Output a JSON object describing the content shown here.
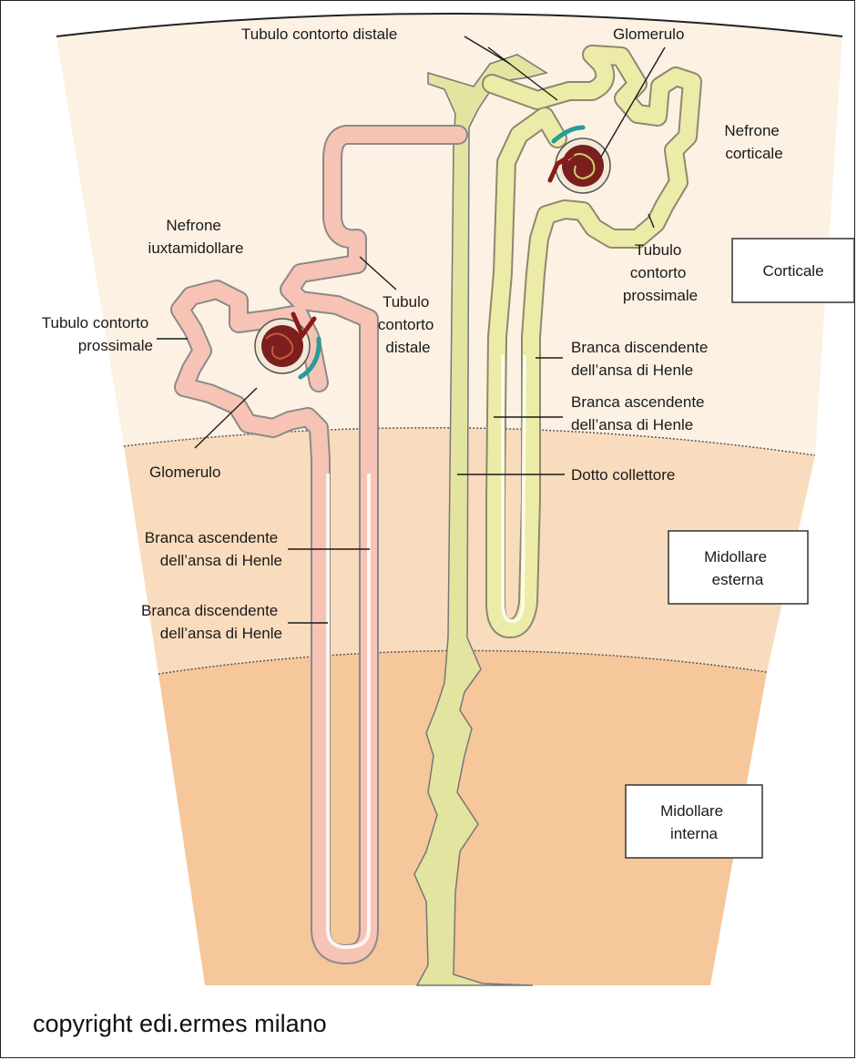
{
  "zones": {
    "cortex": "Corticale",
    "outer_medulla": [
      "Midollare",
      "esterna"
    ],
    "inner_medulla": [
      "Midollare",
      "interna"
    ]
  },
  "labels": {
    "tubulo_distale_top": "Tubulo contorto distale",
    "glomerulo_top": "Glomerulo",
    "nefrone_corticale": [
      "Nefrone",
      "corticale"
    ],
    "tubulo_prossimale_right": [
      "Tubulo",
      "contorto",
      "prossimale"
    ],
    "nefrone_iuxta": [
      "Nefrone",
      "iuxtamidollare"
    ],
    "tubulo_distale_mid": [
      "Tubulo",
      "contorto",
      "distale"
    ],
    "tubulo_prossimale_left": [
      "Tubulo contorto",
      "prossimale"
    ],
    "branca_disc_right": [
      "Branca discendente",
      "dell’ansa di Henle"
    ],
    "branca_asc_right": [
      "Branca ascendente",
      "dell’ansa di Henle"
    ],
    "glomerulo_left": "Glomerulo",
    "dotto_collettore": "Dotto collettore",
    "branca_asc_left": [
      "Branca ascendente",
      "dell’ansa di Henle"
    ],
    "branca_disc_left": [
      "Branca discendente",
      "dell’ansa di Henle"
    ]
  },
  "copyright": "copyright edi.ermes milano",
  "colors": {
    "cortex": "#fdf1e3",
    "outer_medulla": "#f9dcbd",
    "inner_medulla": "#f6c79a",
    "juxtamedullary_nephron": "#f6c3b5",
    "cortical_nephron": "#edeba8",
    "collecting_duct": "#e3e4a0",
    "glomerulus": "#7a1e1e",
    "vessel_teal": "#2a9a9a"
  }
}
